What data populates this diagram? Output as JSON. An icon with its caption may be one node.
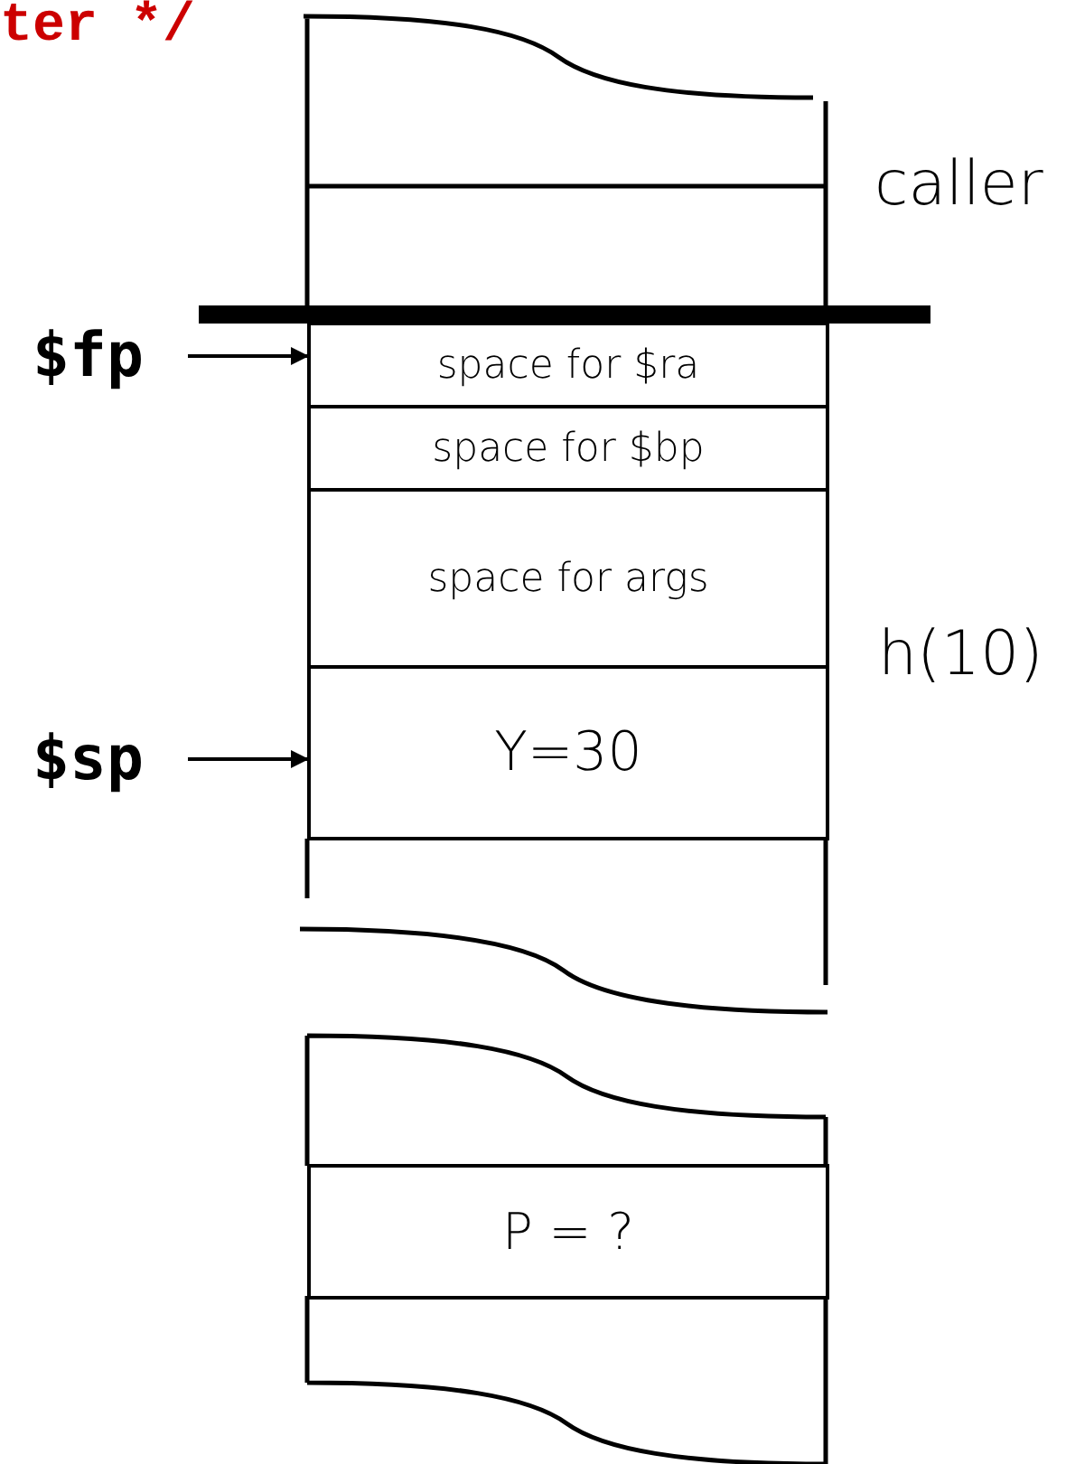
{
  "diagram": {
    "nodes": [
      {
        "text": [
          "$fp"
        ]
      },
      {
        "text": [
          "space for $ra"
        ]
      },
      {
        "text": [
          "space for $bp"
        ]
      },
      {
        "text": [
          "space for args"
        ]
      },
      {
        "text": [
          "$sp"
        ]
      },
      {
        "text": [
          "Y=30"
        ]
      },
      {
        "text": [
          "P = ?"
        ]
      }
    ],
    "edges": [
      {
        "from": 0,
        "to": 1,
        "arrow": "to"
      },
      {
        "from": 4,
        "to": 5,
        "arrow": "to"
      }
    ],
    "labels": [
      "ter */",
      "caller",
      "h(10)"
    ]
  }
}
